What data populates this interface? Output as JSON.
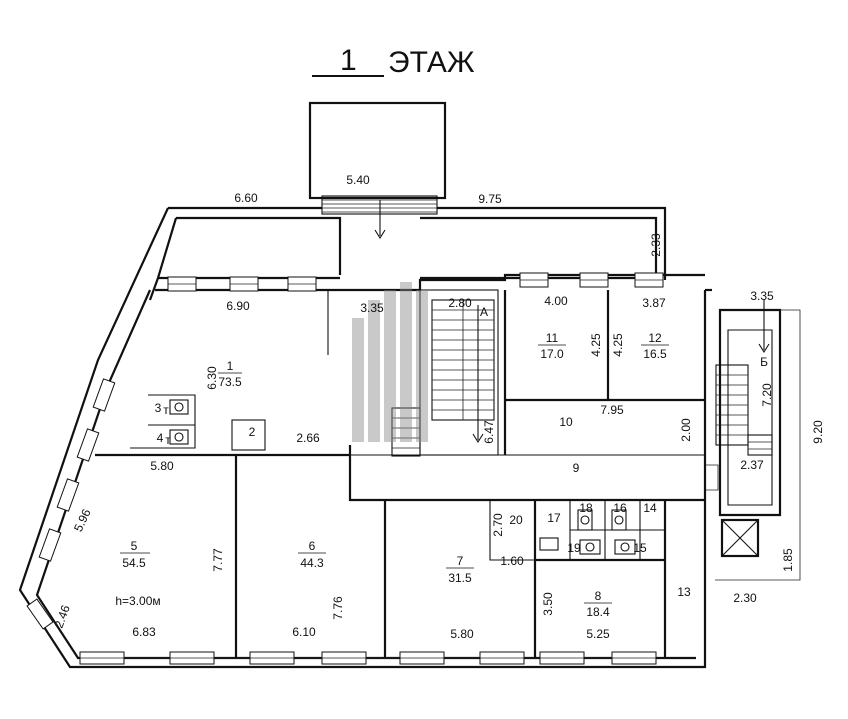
{
  "title": {
    "number": "1",
    "label": "ЭТАЖ"
  },
  "note": "h=3.00м",
  "rooms": [
    {
      "id": "1",
      "area": "73.5"
    },
    {
      "id": "2"
    },
    {
      "id": "3"
    },
    {
      "id": "4"
    },
    {
      "id": "5",
      "area": "54.5"
    },
    {
      "id": "6",
      "area": "44.3"
    },
    {
      "id": "7",
      "area": "31.5"
    },
    {
      "id": "8",
      "area": "18.4"
    },
    {
      "id": "9"
    },
    {
      "id": "10"
    },
    {
      "id": "11",
      "area": "17.0"
    },
    {
      "id": "12",
      "area": "16.5"
    },
    {
      "id": "13"
    },
    {
      "id": "14"
    },
    {
      "id": "15"
    },
    {
      "id": "16"
    },
    {
      "id": "17"
    },
    {
      "id": "18"
    },
    {
      "id": "19"
    },
    {
      "id": "20"
    }
  ],
  "stair_labels": [
    "А",
    "Б"
  ],
  "toilet_mark": "т",
  "dimensions": [
    "6.60",
    "5.40",
    "9.75",
    "2.33",
    "6.90",
    "3.35",
    "2.80",
    "4.00",
    "3.87",
    "3.35",
    "4.25",
    "4.25",
    "6.30",
    "7.95",
    "7.20",
    "9.20",
    "6.47",
    "2.00",
    "2.66",
    "5.80",
    "2.37",
    "2.70",
    "1.60",
    "5.96",
    "7.77",
    "7.76",
    "3.50",
    "1.85",
    "2.30",
    "2.46",
    "6.83",
    "6.10",
    "5.80",
    "5.25"
  ]
}
